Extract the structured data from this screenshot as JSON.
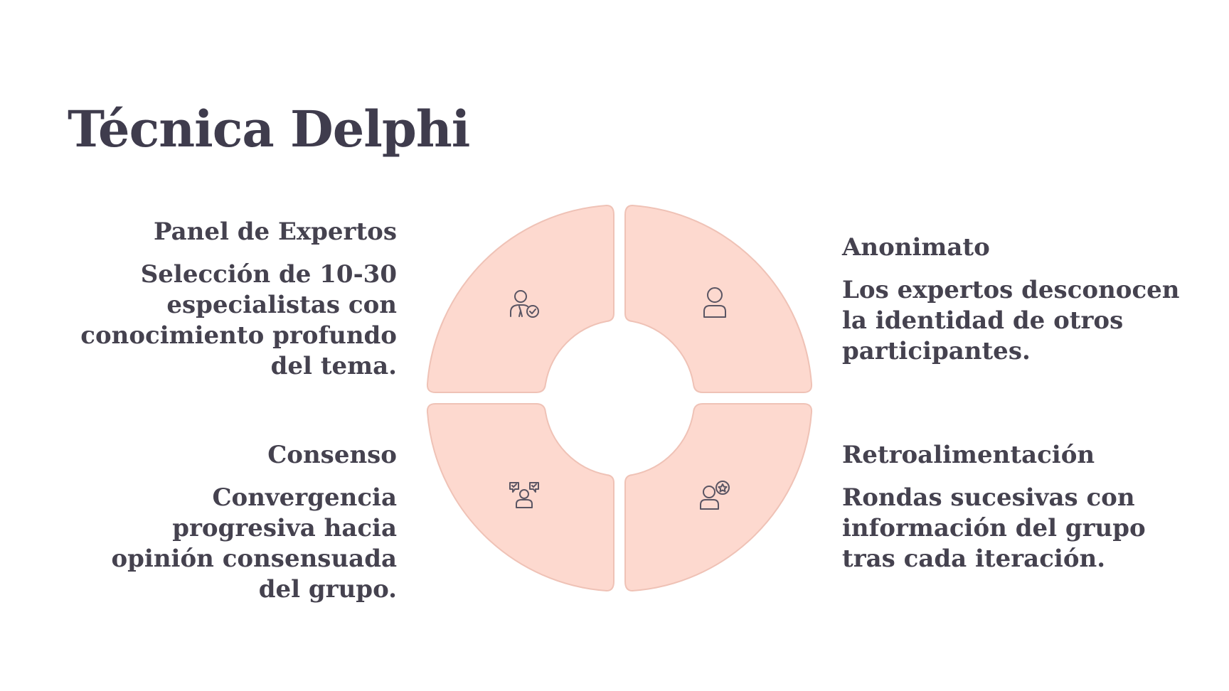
{
  "title": "Técnica Delphi",
  "quadrants": [
    {
      "heading": "Panel de Expertos",
      "text": "Selección de 10-30 especialistas con conocimiento profundo del tema.",
      "icon": "expert-check-icon"
    },
    {
      "heading": "Anonimato",
      "text": "Los expertos desconocen la identidad de otros participantes.",
      "icon": "user-icon"
    },
    {
      "heading": "Consenso",
      "text": "Convergencia progresiva hacia opinión consensuada del grupo.",
      "icon": "group-consensus-icon"
    },
    {
      "heading": "Retroalimentación",
      "text": "Rondas sucesivas con información del grupo tras cada iteración.",
      "icon": "user-feedback-icon"
    }
  ],
  "colors": {
    "segment_fill": "#fdd9cf",
    "segment_stroke": "#efc2b6",
    "text": "#45424f"
  }
}
